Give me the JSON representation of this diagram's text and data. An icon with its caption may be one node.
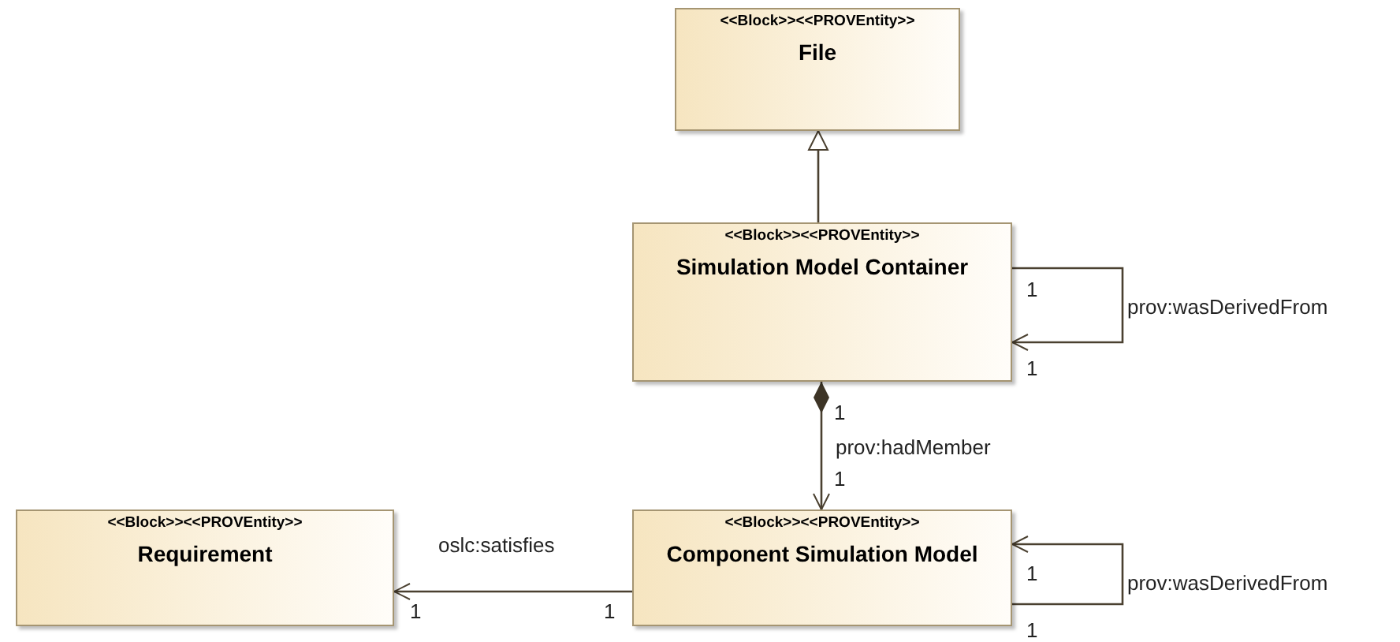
{
  "diagram": {
    "nodes": [
      {
        "text": [
          "<<Block>><<PROVEntity>>",
          "File"
        ]
      },
      {
        "text": [
          "<<Block>><<PROVEntity>>",
          "Simulation Model Container"
        ]
      },
      {
        "text": [
          "<<Block>><<PROVEntity>>",
          "Requirement"
        ]
      },
      {
        "text": [
          "<<Block>><<PROVEntity>>",
          "Component Simulation Model"
        ]
      }
    ],
    "edges": [
      {
        "from": 1,
        "to": 0,
        "arrow": "to"
      },
      {
        "from": 1,
        "to": 1,
        "arrow": "to",
        "label": "prov:wasDerivedFrom"
      },
      {
        "from": 1,
        "to": 3,
        "arrow": "to",
        "label": "prov:hadMember"
      },
      {
        "from": 3,
        "to": 2,
        "arrow": "to",
        "label": "oslc:satisfies"
      },
      {
        "from": 3,
        "to": 3,
        "arrow": "to",
        "label": "prov:wasDerivedFrom"
      }
    ],
    "labels": [
      "1",
      "1",
      "1",
      "1",
      "1",
      "1",
      "1",
      "1"
    ]
  }
}
